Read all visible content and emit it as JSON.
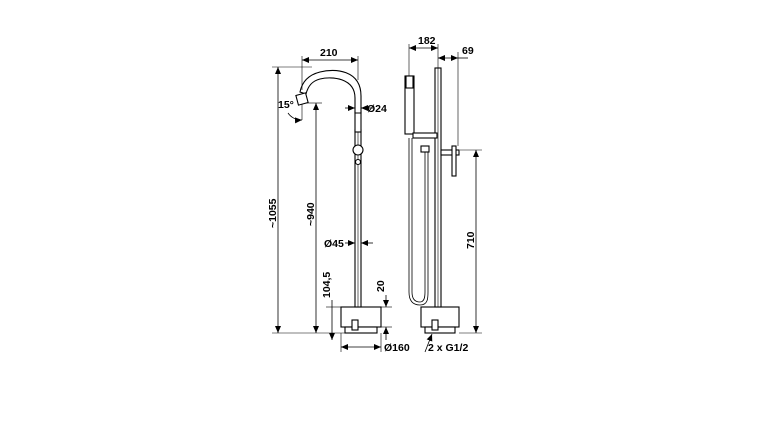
{
  "dimensions": {
    "spout_reach": "210",
    "spout_angle": "15°",
    "spout_diameter": "Ø24",
    "total_height": "~1055",
    "spout_height": "~940",
    "column_diameter": "Ø45",
    "base_height": "104,5",
    "base_plate": "20",
    "base_diameter": "Ø160",
    "side_width": "182",
    "side_offset": "69",
    "hose_height": "710",
    "connections": "2 x G1/2"
  }
}
